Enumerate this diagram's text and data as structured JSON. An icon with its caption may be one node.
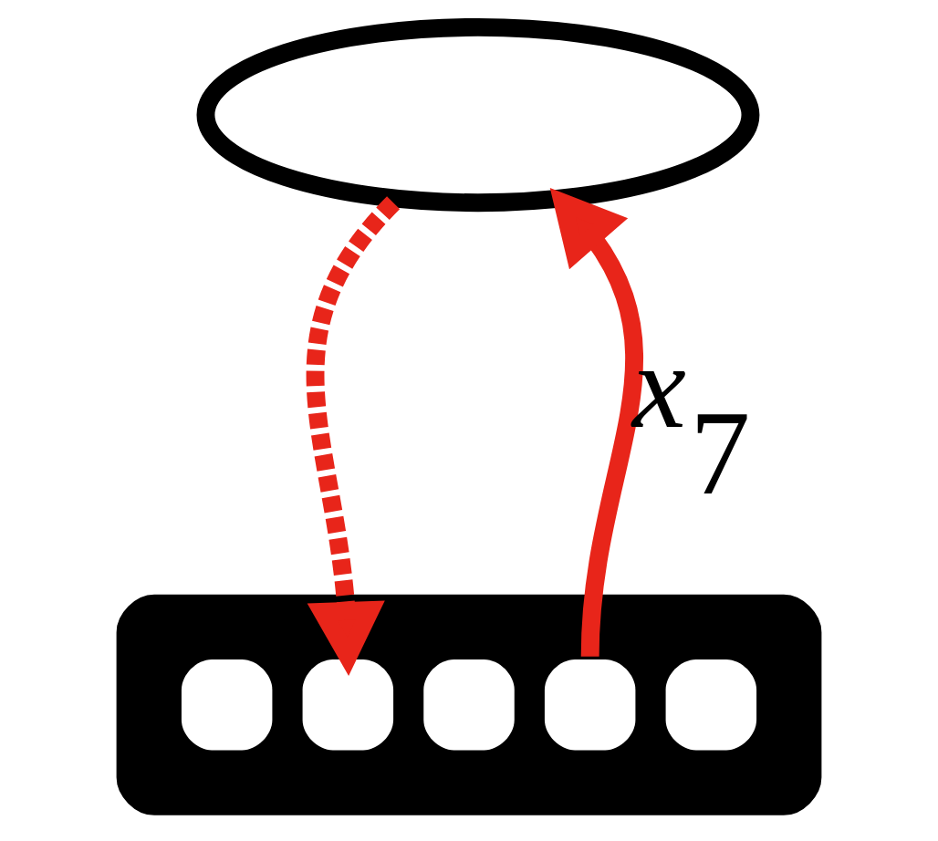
{
  "diagram": {
    "nodes": [
      {
        "text": [],
        "shape": "ellipse"
      },
      {
        "text": [],
        "shape": "bar"
      }
    ],
    "edges": [
      {
        "from": 0,
        "to": 1,
        "arrow": "to",
        "style": "dashed"
      },
      {
        "from": 1,
        "to": 0,
        "arrow": "to",
        "label": "x$_{7}$"
      }
    ]
  }
}
